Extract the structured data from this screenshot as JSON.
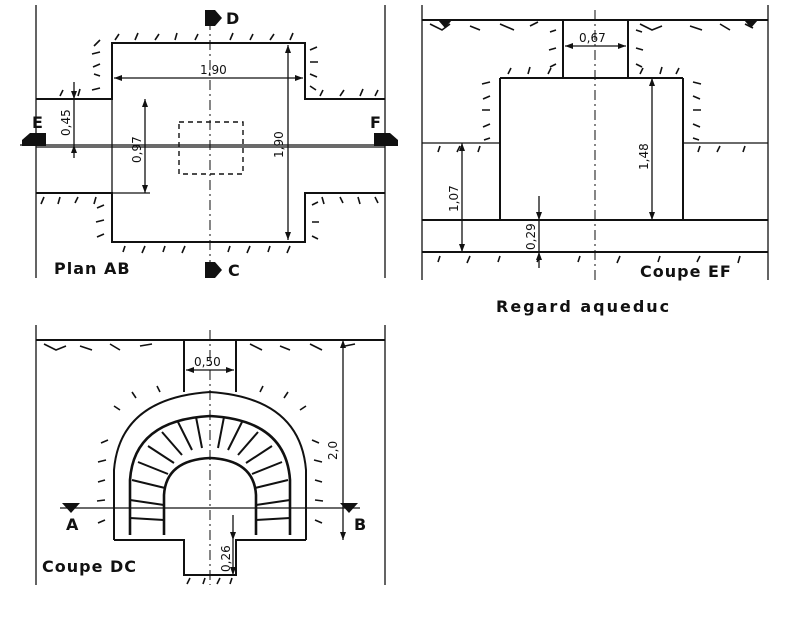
{
  "plan_ab": {
    "title": "Plan AB",
    "dims": {
      "width_top": "1,90",
      "height_right": "1,90",
      "left_small": "0,45",
      "left_large": "0,97"
    },
    "markers": {
      "top": "D",
      "bottom": "C",
      "left": "E",
      "right": "F"
    }
  },
  "coupe_ef": {
    "title": "Coupe EF",
    "dims": {
      "top": "0,67",
      "right": "1,48",
      "left": "1,07",
      "bottom": "0,29"
    }
  },
  "caption": {
    "text": "Regard aqueduc"
  },
  "coupe_dc": {
    "title": "Coupe DC",
    "dims": {
      "top": "0,50",
      "right": "2,0",
      "bottom": "0,26"
    },
    "markers": {
      "left": "A",
      "right": "B"
    }
  }
}
